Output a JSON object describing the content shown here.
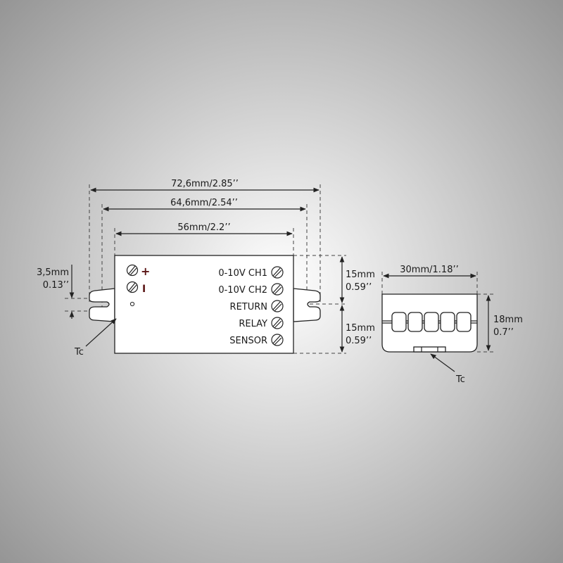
{
  "colors": {
    "background_center": "#ffffff",
    "background_edge": "#9a9a9a",
    "polarity": "#5a1414"
  },
  "dimensions": {
    "overall_length": "72,6mm/2.85’’",
    "mount_spacing": "64,6mm/2.54’’",
    "body_length": "56mm/2.2’’",
    "upper_half_mm": "15mm",
    "upper_half_in": "0.59’’",
    "lower_half_mm": "15mm",
    "lower_half_in": "0.59’’",
    "slot_mm": "3,5mm",
    "slot_in": "0.13’’",
    "width": "30mm/1.18’’",
    "height_mm": "18mm",
    "height_in": "0.7’’"
  },
  "front_view": {
    "polarity": [
      "+",
      "I"
    ],
    "terminals": [
      "0-10V CH1",
      "0-10V CH2",
      "RETURN",
      "RELAY",
      "SENSOR"
    ],
    "tc_label": "Tc"
  },
  "side_view": {
    "tc_label": "Tc"
  }
}
